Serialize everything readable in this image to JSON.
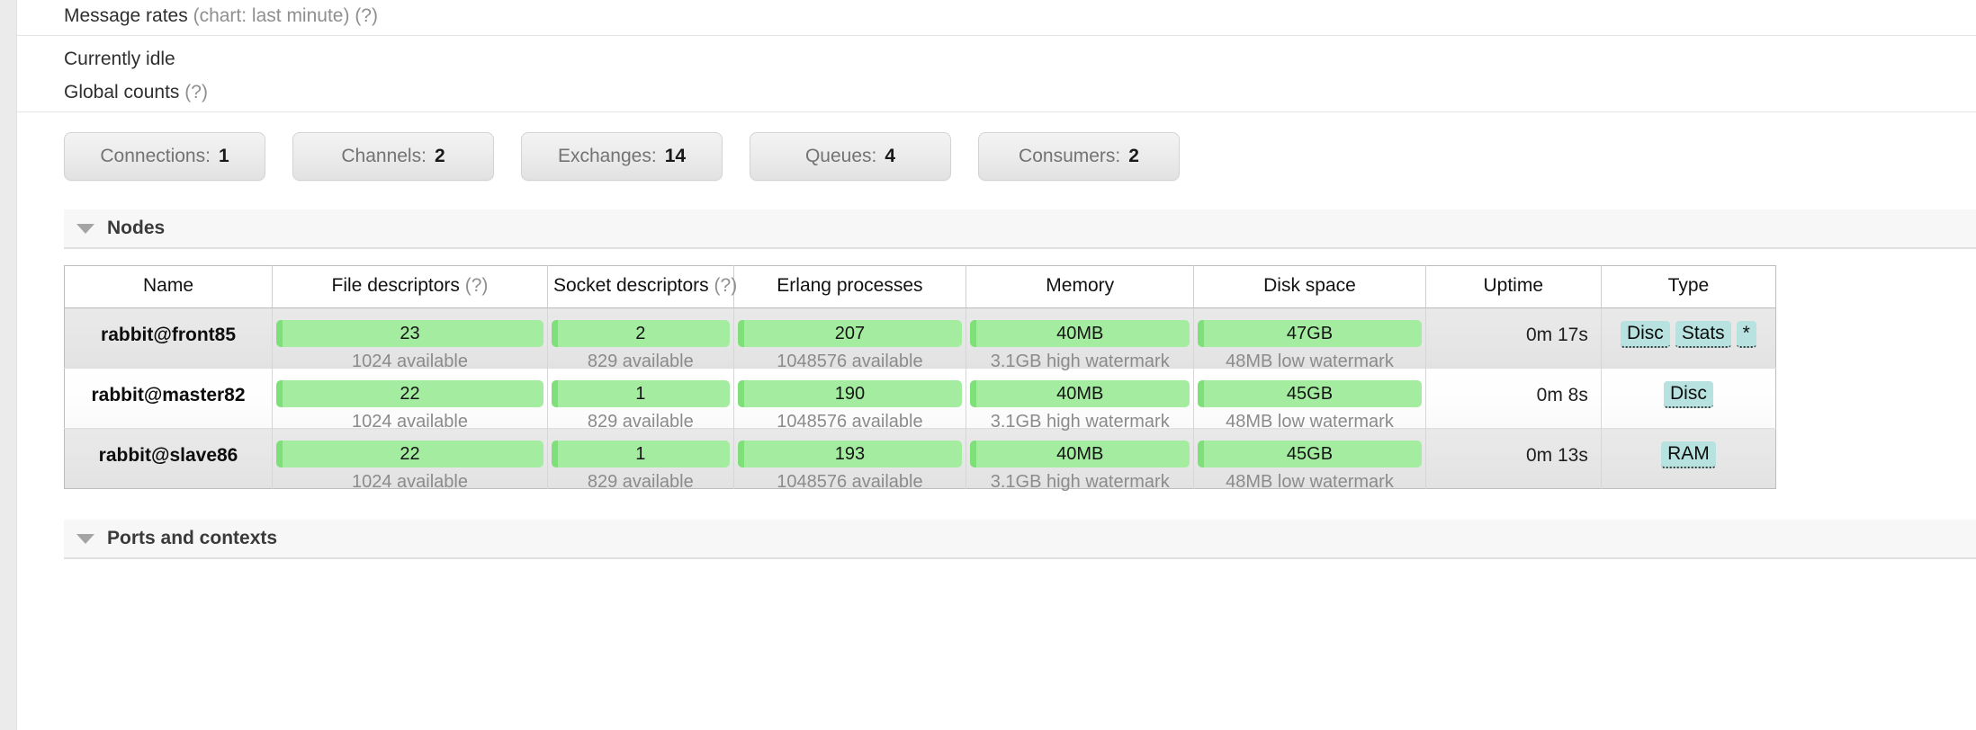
{
  "sections": {
    "message_rates": {
      "label": "Message rates",
      "detail": "(chart: last minute)",
      "help": "(?)"
    },
    "idle_text": "Currently idle",
    "global_counts": {
      "label": "Global counts",
      "help": "(?)"
    }
  },
  "global_counts": {
    "items": [
      {
        "label": "Connections:",
        "value": "1"
      },
      {
        "label": "Channels:",
        "value": "2"
      },
      {
        "label": "Exchanges:",
        "value": "14"
      },
      {
        "label": "Queues:",
        "value": "4"
      },
      {
        "label": "Consumers:",
        "value": "2"
      }
    ]
  },
  "nodes_section": {
    "title": "Nodes",
    "toggle_icon": "triangle-down-icon"
  },
  "ports_section": {
    "title": "Ports and contexts",
    "toggle_icon": "triangle-down-icon"
  },
  "nodes_table": {
    "columns": [
      {
        "label": "Name",
        "help": ""
      },
      {
        "label": "File descriptors",
        "help": "(?)"
      },
      {
        "label": "Socket descriptors",
        "help": "(?)"
      },
      {
        "label": "Erlang processes",
        "help": ""
      },
      {
        "label": "Memory",
        "help": ""
      },
      {
        "label": "Disk space",
        "help": ""
      },
      {
        "label": "Uptime",
        "help": ""
      },
      {
        "label": "Type",
        "help": ""
      }
    ],
    "rows": [
      {
        "name": "rabbit@front85",
        "file_descriptors": {
          "value": "23",
          "sub": "1024 available",
          "pct": 100
        },
        "socket_descriptors": {
          "value": "2",
          "sub": "829 available",
          "pct": 100
        },
        "erlang_processes": {
          "value": "207",
          "sub": "1048576 available",
          "pct": 100
        },
        "memory": {
          "value": "40MB",
          "sub": "3.1GB high watermark",
          "pct": 100
        },
        "disk_space": {
          "value": "47GB",
          "sub": "48MB low watermark",
          "pct": 100
        },
        "uptime": "0m 17s",
        "types": [
          "Disc",
          "Stats",
          "*"
        ]
      },
      {
        "name": "rabbit@master82",
        "file_descriptors": {
          "value": "22",
          "sub": "1024 available",
          "pct": 100
        },
        "socket_descriptors": {
          "value": "1",
          "sub": "829 available",
          "pct": 100
        },
        "erlang_processes": {
          "value": "190",
          "sub": "1048576 available",
          "pct": 100
        },
        "memory": {
          "value": "40MB",
          "sub": "3.1GB high watermark",
          "pct": 100
        },
        "disk_space": {
          "value": "45GB",
          "sub": "48MB low watermark",
          "pct": 100
        },
        "uptime": "0m 8s",
        "types": [
          "Disc"
        ]
      },
      {
        "name": "rabbit@slave86",
        "file_descriptors": {
          "value": "22",
          "sub": "1024 available",
          "pct": 100
        },
        "socket_descriptors": {
          "value": "1",
          "sub": "829 available",
          "pct": 100
        },
        "erlang_processes": {
          "value": "193",
          "sub": "1048576 available",
          "pct": 100
        },
        "memory": {
          "value": "40MB",
          "sub": "3.1GB high watermark",
          "pct": 100
        },
        "disk_space": {
          "value": "45GB",
          "sub": "48MB low watermark",
          "pct": 100
        },
        "uptime": "0m 13s",
        "types": [
          "RAM"
        ]
      }
    ]
  },
  "colors": {
    "gauge_green": "#a4eda0",
    "gauge_green_edge": "#7fe07a",
    "tag_teal": "#b8e2e0",
    "row_alt": "#e6e6e6",
    "section_bar": "#f7f7f7"
  }
}
